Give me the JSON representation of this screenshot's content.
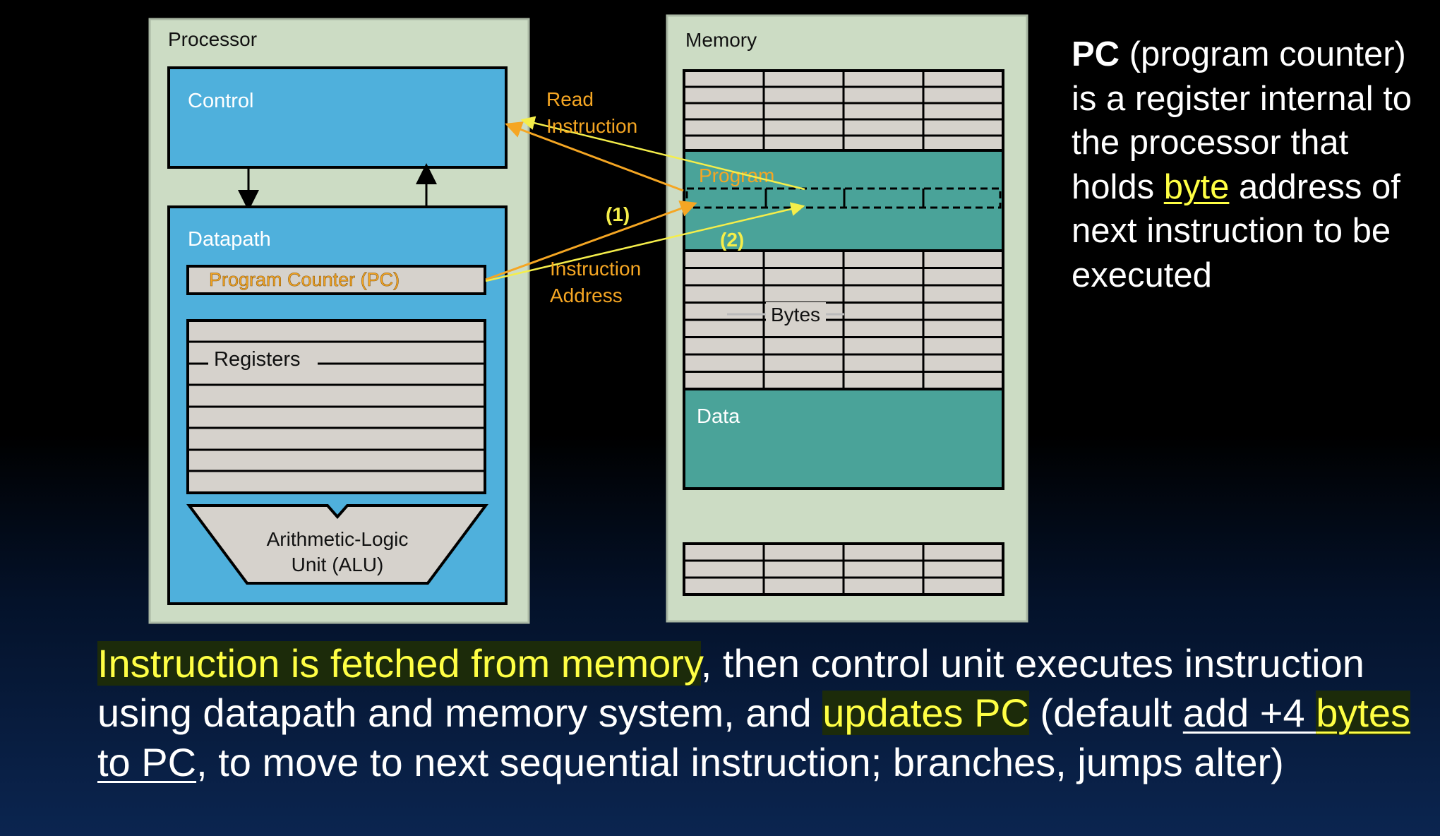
{
  "diagram": {
    "processor_label": "Processor",
    "control_label": "Control",
    "datapath_label": "Datapath",
    "pc_label": "Program Counter (PC)",
    "registers_label": "Registers",
    "alu_line1": "Arithmetic-Logic",
    "alu_line2": "Unit (ALU)",
    "memory_label": "Memory",
    "program_label": "Program",
    "bytes_label": "Bytes",
    "data_label": "Data",
    "read_instruction_line1": "Read",
    "read_instruction_line2": "Instruction",
    "instruction_address_line1": "Instruction",
    "instruction_address_line2": "Address",
    "step1_label": "(1)",
    "step2_label": "(2)"
  },
  "side_note": {
    "term": "PC",
    "part1": " (program counter) is a register internal to the processor that holds ",
    "highlight": "byte",
    "part2": " address of next instruction to be executed"
  },
  "caption": {
    "hl1": "Instruction is fetched from memory",
    "t1": ", then control unit executes instruction using datapath and memory system, and ",
    "hl2": "updates PC",
    "t2": " (default ",
    "u1": "add +4 ",
    "hl3": "bytes",
    "u2": " to PC",
    "t3": ", to move to next sequential instruction; branches, jumps alter)"
  },
  "colors": {
    "panel_bg": "#ccdcc4",
    "processor_blue": "#4fb0dc",
    "memory_teal": "#4aa399",
    "cell_gray": "#d6d2cc",
    "arrow_orange": "#f5a623",
    "arrow_yellow": "#f5ee4a",
    "highlight_yellow": "#ffff44"
  }
}
